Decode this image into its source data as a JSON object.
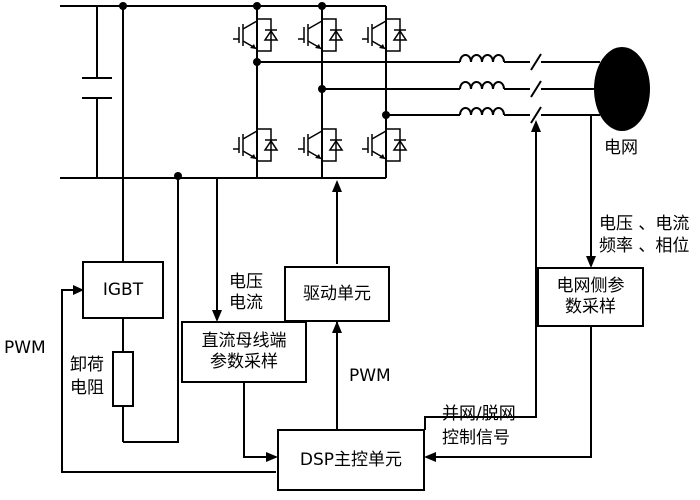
{
  "blocks": {
    "igbt": "IGBT",
    "dc_sampling_line1": "直流母线端",
    "dc_sampling_line2": "参数采样",
    "drive_unit": "驱动单元",
    "grid_sampling_line1": "电网侧参",
    "grid_sampling_line2": "数采样",
    "dsp": "DSP主控单元"
  },
  "labels": {
    "grid": "电网",
    "voltage": "电压",
    "current": "电流",
    "pwm_left": "PWM",
    "pwm_mid": "PWM",
    "unload_line1": "卸荷",
    "unload_line2": "电阻",
    "grid_params_line1": "电压 、电流",
    "grid_params_line2": "频率 、相位",
    "sync_line1": "并网/脱网",
    "sync_line2": "控制信号"
  }
}
